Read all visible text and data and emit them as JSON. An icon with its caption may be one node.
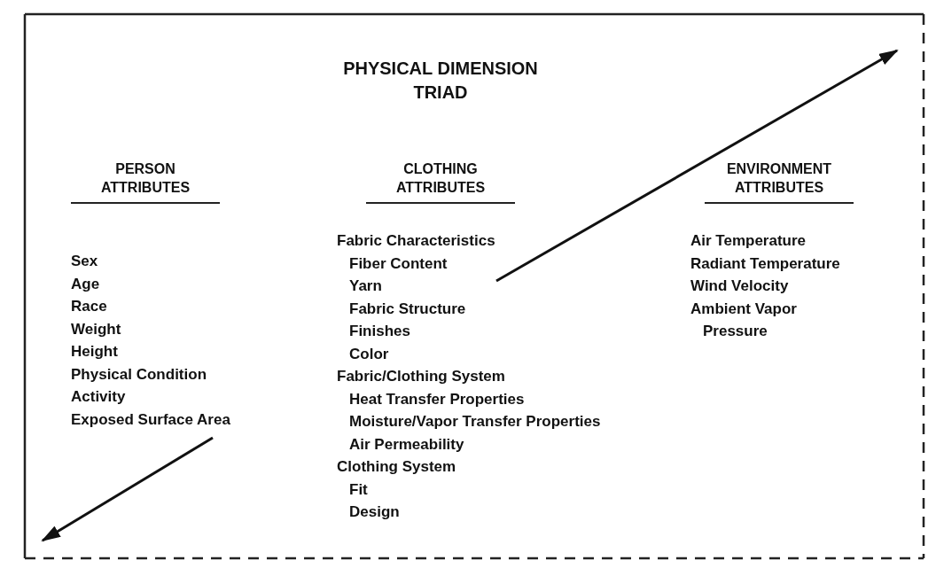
{
  "diagram": {
    "title": "PHYSICAL DIMENSION TRIAD",
    "labels": [
      "PERSON ATTRIBUTES",
      "Sex",
      "Age",
      "Race",
      "Weight",
      "Height",
      "Physical Condition",
      "Activity",
      "Exposed Surface Area",
      "CLOTHING ATTRIBUTES",
      "Fabric Characteristics",
      "Fiber Content",
      "Yarn",
      "Fabric Structure",
      "Finishes",
      "Color",
      "Fabric/Clothing System",
      "Heat Transfer Properties",
      "Moisture/Vapor Transfer Properties",
      "Air Permeability",
      "Clothing System",
      "Fit",
      "Design",
      "ENVIRONMENT ATTRIBUTES",
      "Air Temperature",
      "Radiant Temperature",
      "Wind Velocity",
      "Ambient Vapor Pressure"
    ]
  }
}
